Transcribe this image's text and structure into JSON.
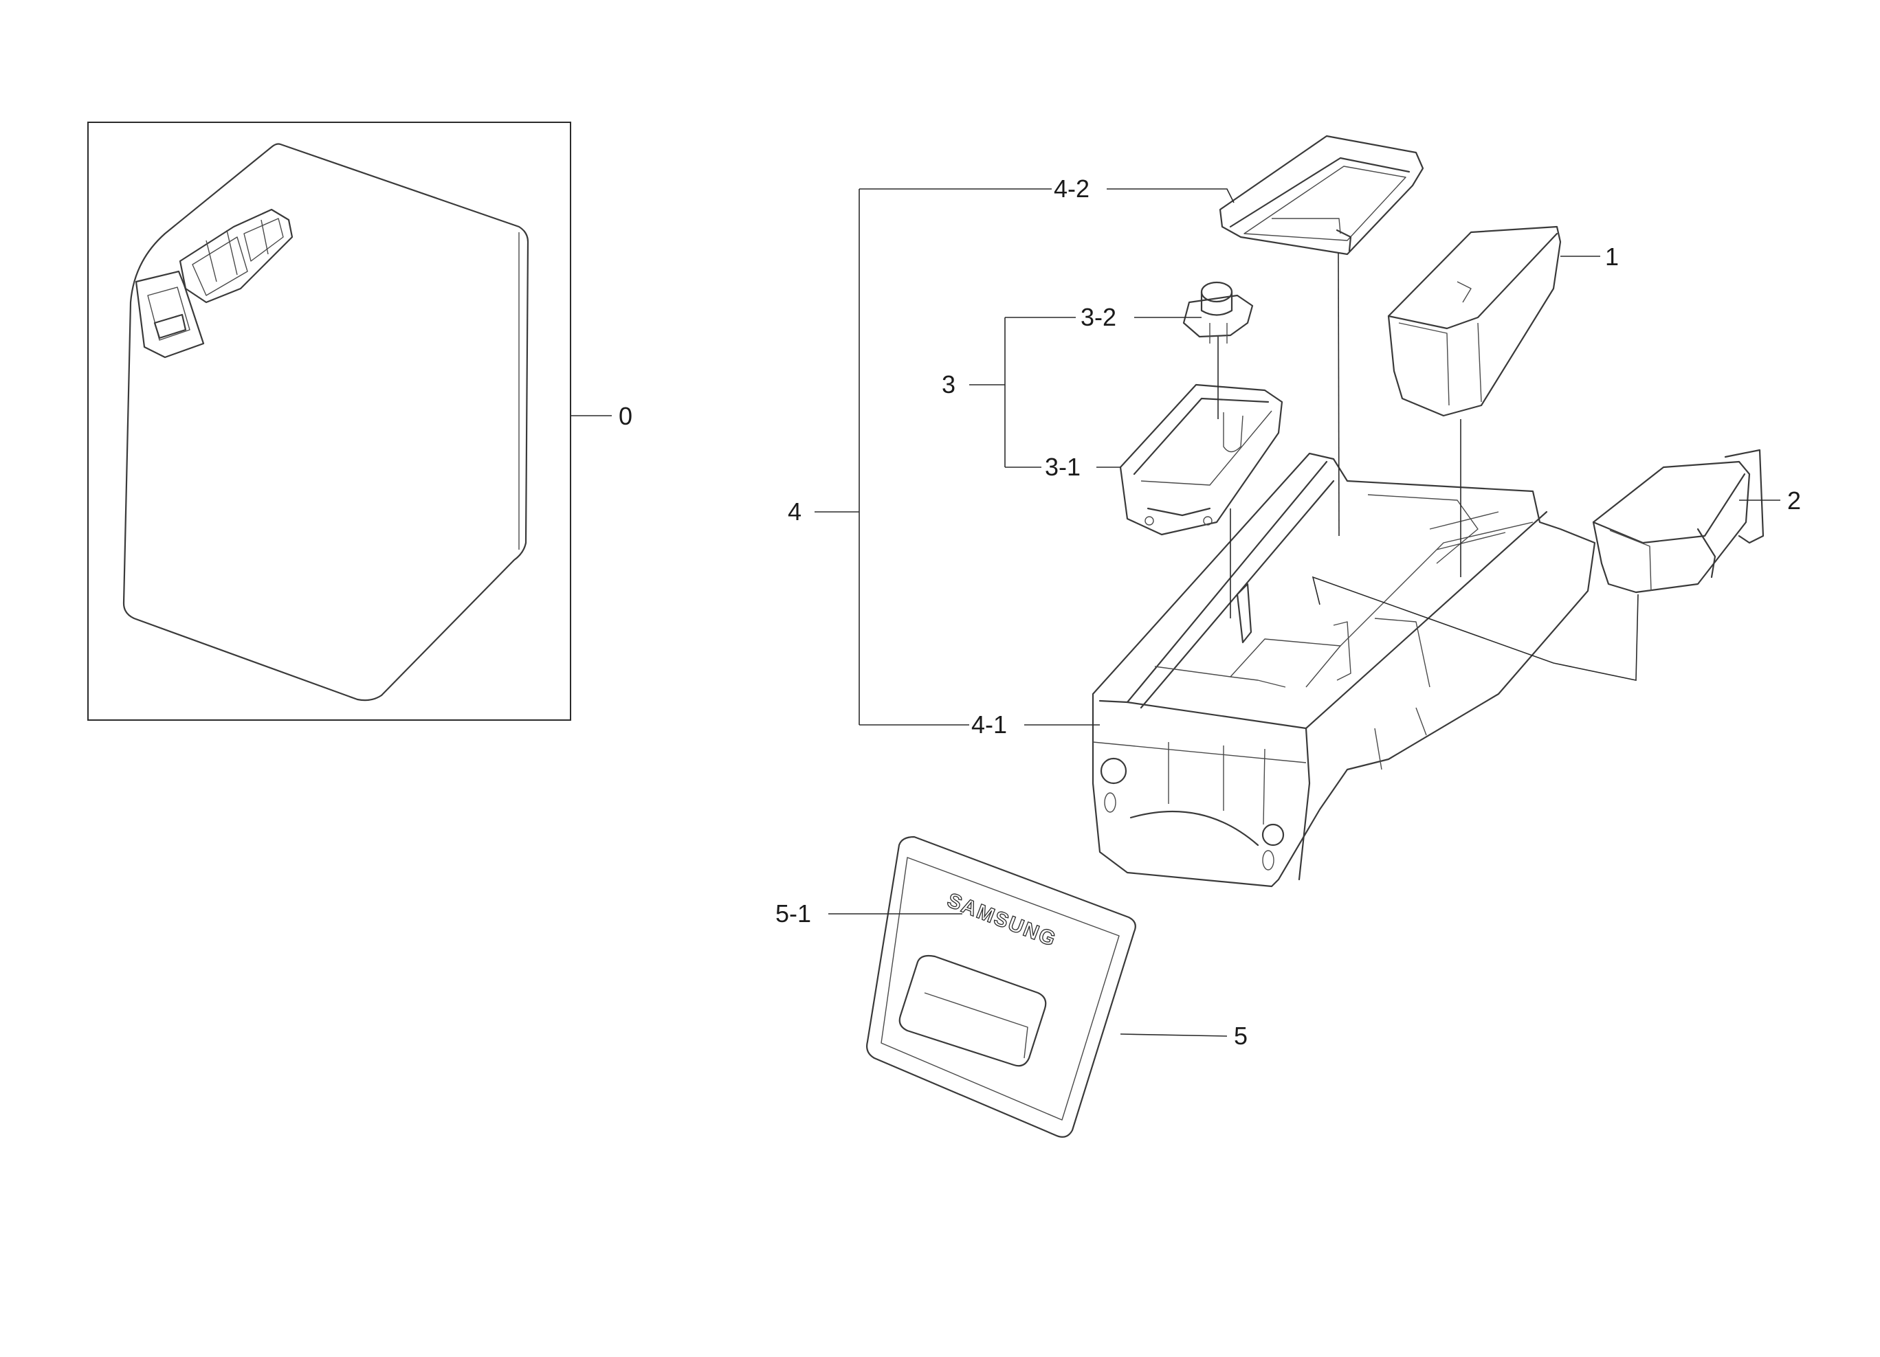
{
  "diagram": {
    "callouts": {
      "c0": "0",
      "c1": "1",
      "c2": "2",
      "c3": "3",
      "c3_1": "3-1",
      "c3_2": "3-2",
      "c4": "4",
      "c4_1": "4-1",
      "c4_2": "4-2",
      "c5": "5",
      "c5_1": "5-1"
    },
    "brand_text": "SAMSUNG"
  },
  "colors": {
    "line": "#3a3a3a",
    "background": "#ffffff"
  }
}
